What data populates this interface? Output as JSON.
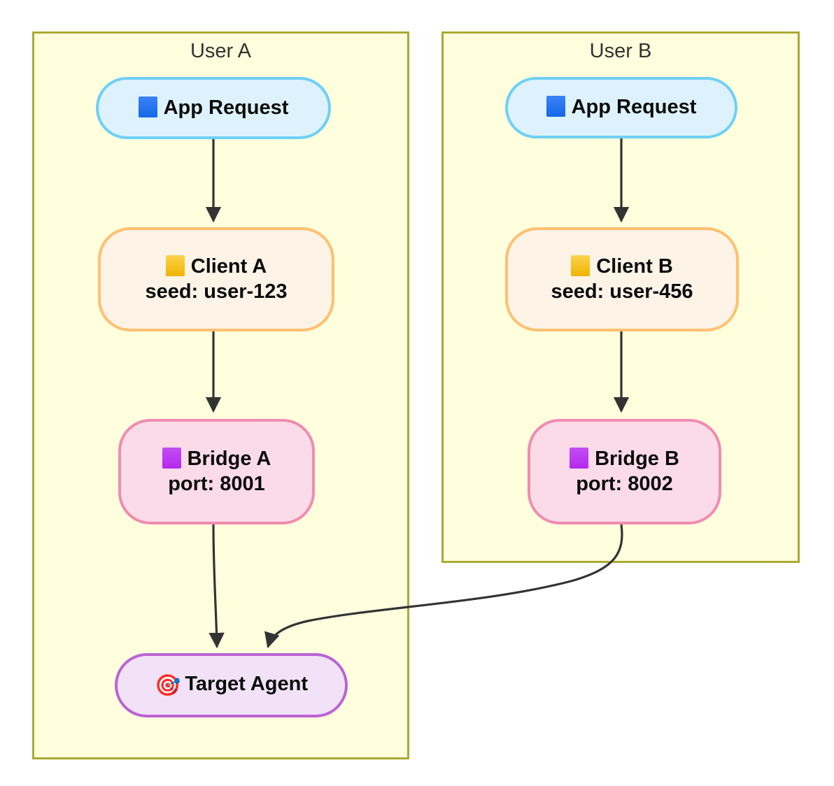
{
  "diagram": {
    "type": "flowchart",
    "direction": "top-down",
    "background": "#ffffff",
    "clusters": [
      {
        "id": "user-a",
        "label": "User A",
        "fill": "#ffffde",
        "stroke": "#aaaa33"
      },
      {
        "id": "user-b",
        "label": "User B",
        "fill": "#ffffde",
        "stroke": "#aaaa33"
      }
    ],
    "nodes": [
      {
        "id": "app-request-a",
        "cluster": "user-a",
        "icon": "blue-square-icon",
        "lines": [
          "App Request"
        ],
        "fill": "#ddf2fd",
        "stroke": "#6fd0f5"
      },
      {
        "id": "client-a",
        "cluster": "user-a",
        "icon": "yellow-square-icon",
        "lines": [
          "Client A",
          "seed: user-123"
        ],
        "fill": "#fdf3e7",
        "stroke": "#ffc070"
      },
      {
        "id": "bridge-a",
        "cluster": "user-a",
        "icon": "purple-square-icon",
        "lines": [
          "Bridge A",
          "port: 8001"
        ],
        "fill": "#fadbe7",
        "stroke": "#ef8cb2"
      },
      {
        "id": "target-agent",
        "cluster": "user-a",
        "icon": "dart-target-icon",
        "lines": [
          "Target Agent"
        ],
        "fill": "#f2e2f7",
        "stroke": "#bb63d4"
      },
      {
        "id": "app-request-b",
        "cluster": "user-b",
        "icon": "blue-square-icon",
        "lines": [
          "App Request"
        ],
        "fill": "#ddf2fd",
        "stroke": "#6fd0f5"
      },
      {
        "id": "client-b",
        "cluster": "user-b",
        "icon": "yellow-square-icon",
        "lines": [
          "Client B",
          "seed: user-456"
        ],
        "fill": "#fdf3e7",
        "stroke": "#ffc070"
      },
      {
        "id": "bridge-b",
        "cluster": "user-b",
        "icon": "purple-square-icon",
        "lines": [
          "Bridge B",
          "port: 8002"
        ],
        "fill": "#fadbe7",
        "stroke": "#ef8cb2"
      }
    ],
    "edges": [
      {
        "from": "app-request-a",
        "to": "client-a",
        "label": ""
      },
      {
        "from": "client-a",
        "to": "bridge-a",
        "label": ""
      },
      {
        "from": "bridge-a",
        "to": "target-agent",
        "label": ""
      },
      {
        "from": "app-request-b",
        "to": "client-b",
        "label": ""
      },
      {
        "from": "client-b",
        "to": "bridge-b",
        "label": ""
      },
      {
        "from": "bridge-b",
        "to": "target-agent",
        "label": ""
      }
    ],
    "edge_color": "#333333"
  },
  "labels": {
    "cluster_user_a": "User A",
    "cluster_user_b": "User B",
    "app_request": "App Request",
    "client_a_title": "Client A",
    "client_a_sub": "seed: user-123",
    "client_b_title": "Client B",
    "client_b_sub": "seed: user-456",
    "bridge_a_title": "Bridge A",
    "bridge_a_sub": "port: 8001",
    "bridge_b_title": "Bridge B",
    "bridge_b_sub": "port: 8002",
    "target_agent": "Target Agent",
    "dart_emoji": "🎯"
  }
}
